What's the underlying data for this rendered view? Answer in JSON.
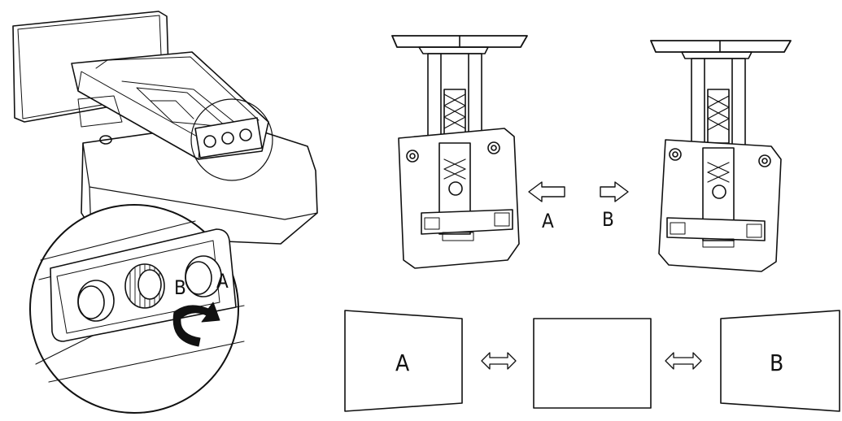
{
  "figure": {
    "knob_labels": {
      "b": "B",
      "a": "A"
    },
    "mount_arrow_labels": {
      "left": "A",
      "right": "B"
    },
    "screen_labels": {
      "left": "A",
      "center": "",
      "right": "B"
    },
    "colors": {
      "ink": "#111111",
      "background": "#ffffff",
      "shade": "#e6e6e6"
    },
    "icons": [
      "curved-rotate-arrow-icon",
      "left-hollow-arrow-icon",
      "right-hollow-arrow-icon",
      "double-hollow-arrow-icon"
    ]
  }
}
